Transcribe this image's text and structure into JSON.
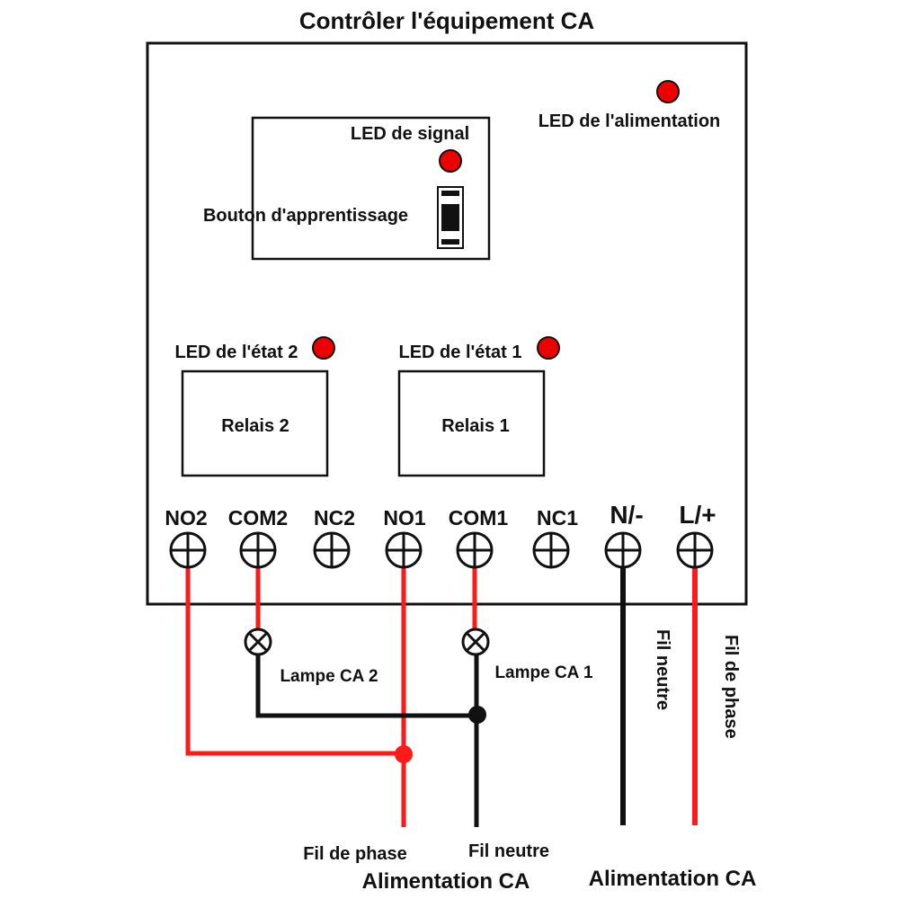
{
  "title": "Contrôler l'équipement CA",
  "colors": {
    "phase_wire": "#ff1a1a",
    "neutral_wire": "#111111",
    "led": "#ee0000",
    "outline": "#111111"
  },
  "board": {
    "power_led_label": "LED de l'alimentation",
    "signal_led_label": "LED de signal",
    "learn_button_label": "Bouton d'apprentissage",
    "status_led_2_label": "LED de l'état 2",
    "status_led_1_label": "LED de l'état 1",
    "relay_2_label": "Relais 2",
    "relay_1_label": "Relais 1"
  },
  "terminals": [
    "NO2",
    "COM2",
    "NC2",
    "NO1",
    "COM1",
    "NC1",
    "N/-",
    "L/+"
  ],
  "lamps": {
    "lamp_2_label": "Lampe CA 2",
    "lamp_1_label": "Lampe CA 1"
  },
  "wires": {
    "neutral_right_label": "Fil neutre",
    "phase_right_label": "Fil de phase",
    "phase_bottom_label": "Fil de phase",
    "neutral_bottom_label": "Fil neutre"
  },
  "supply": {
    "left_label": "Alimentation CA",
    "right_label": "Alimentation CA"
  },
  "icons": {
    "terminal": "screw-terminal-icon",
    "lamp": "lamp-icon",
    "led": "led-icon",
    "button": "push-button-icon"
  }
}
